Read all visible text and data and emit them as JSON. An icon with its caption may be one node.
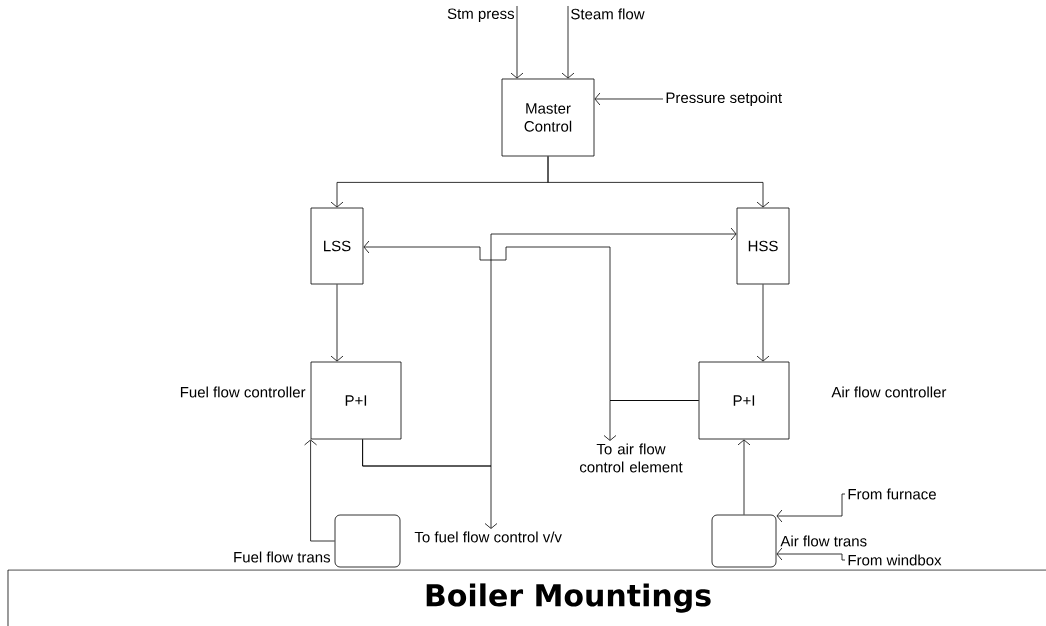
{
  "diagram": {
    "title": "Boiler Mountings",
    "nodes": [
      {
        "text": [
          "Stm press"
        ]
      },
      {
        "text": [
          "Steam flow"
        ]
      },
      {
        "text": [
          "Pressure setpoint"
        ]
      },
      {
        "text": [
          "Master Control"
        ]
      },
      {
        "text": [
          "LSS"
        ]
      },
      {
        "text": [
          "HSS"
        ]
      },
      {
        "text": [
          "P+I"
        ],
        "beside": [
          "Fuel flow controller"
        ]
      },
      {
        "text": [
          "P+I"
        ],
        "beside": [
          "Air flow controller"
        ]
      },
      {
        "text": [
          "To air flow control element"
        ]
      },
      {
        "text": [],
        "shape": "box",
        "beside": [
          "Fuel flow trans"
        ]
      },
      {
        "text": [
          "To fuel flow control v/v"
        ]
      },
      {
        "text": [],
        "shape": "box",
        "beside": [
          "Air flow trans"
        ]
      },
      {
        "text": [
          "From furnace"
        ]
      },
      {
        "text": [
          "From windbox"
        ]
      }
    ],
    "edges": [
      {
        "from": 0,
        "to": 3,
        "arrow": "to"
      },
      {
        "from": 1,
        "to": 3,
        "arrow": "to"
      },
      {
        "from": 2,
        "to": 3,
        "arrow": "to"
      },
      {
        "from": 3,
        "to": 4,
        "arrow": "to"
      },
      {
        "from": 3,
        "to": 5,
        "arrow": "to"
      },
      {
        "from": 4,
        "to": 6,
        "arrow": "to"
      },
      {
        "from": 5,
        "to": 7,
        "arrow": "to"
      },
      {
        "from": 6,
        "to": 5,
        "arrow": "to"
      },
      {
        "from": 6,
        "to": 10,
        "arrow": "to"
      },
      {
        "from": 7,
        "to": 4,
        "arrow": "to"
      },
      {
        "from": 7,
        "to": 8,
        "arrow": "to"
      },
      {
        "from": 9,
        "to": 6,
        "arrow": "to"
      },
      {
        "from": 11,
        "to": 7,
        "arrow": "to"
      },
      {
        "from": 12,
        "to": 11,
        "arrow": "to"
      },
      {
        "from": 13,
        "to": 11,
        "arrow": "to"
      }
    ]
  }
}
